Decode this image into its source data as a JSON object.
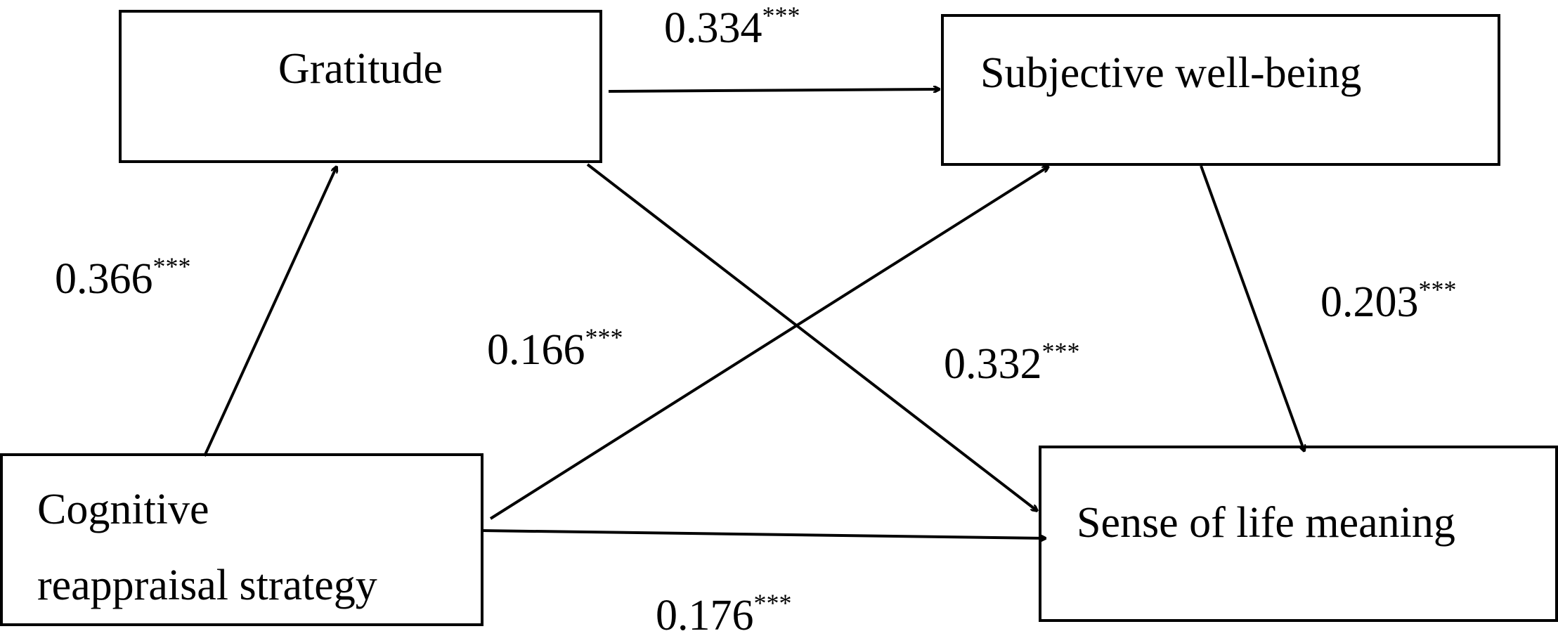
{
  "nodes": {
    "gratitude": {
      "label": "Gratitude"
    },
    "subjective_wellbeing": {
      "label": "Subjective well-being"
    },
    "cognitive_reappraisal": {
      "line1": "Cognitive",
      "line2": "reappraisal strategy"
    },
    "sense_of_life_meaning": {
      "label": "Sense of life meaning"
    }
  },
  "paths": {
    "gratitude_to_wellbeing": {
      "coef": "0.334",
      "sig": "***"
    },
    "reappraisal_to_gratitude": {
      "coef": "0.366",
      "sig": "***"
    },
    "reappraisal_to_wellbeing": {
      "coef": "0.166",
      "sig": "***"
    },
    "gratitude_to_meaning": {
      "coef": "0.332",
      "sig": "***"
    },
    "wellbeing_to_meaning": {
      "coef": "0.203",
      "sig": "***"
    },
    "reappraisal_to_meaning": {
      "coef": "0.176",
      "sig": "***"
    }
  }
}
